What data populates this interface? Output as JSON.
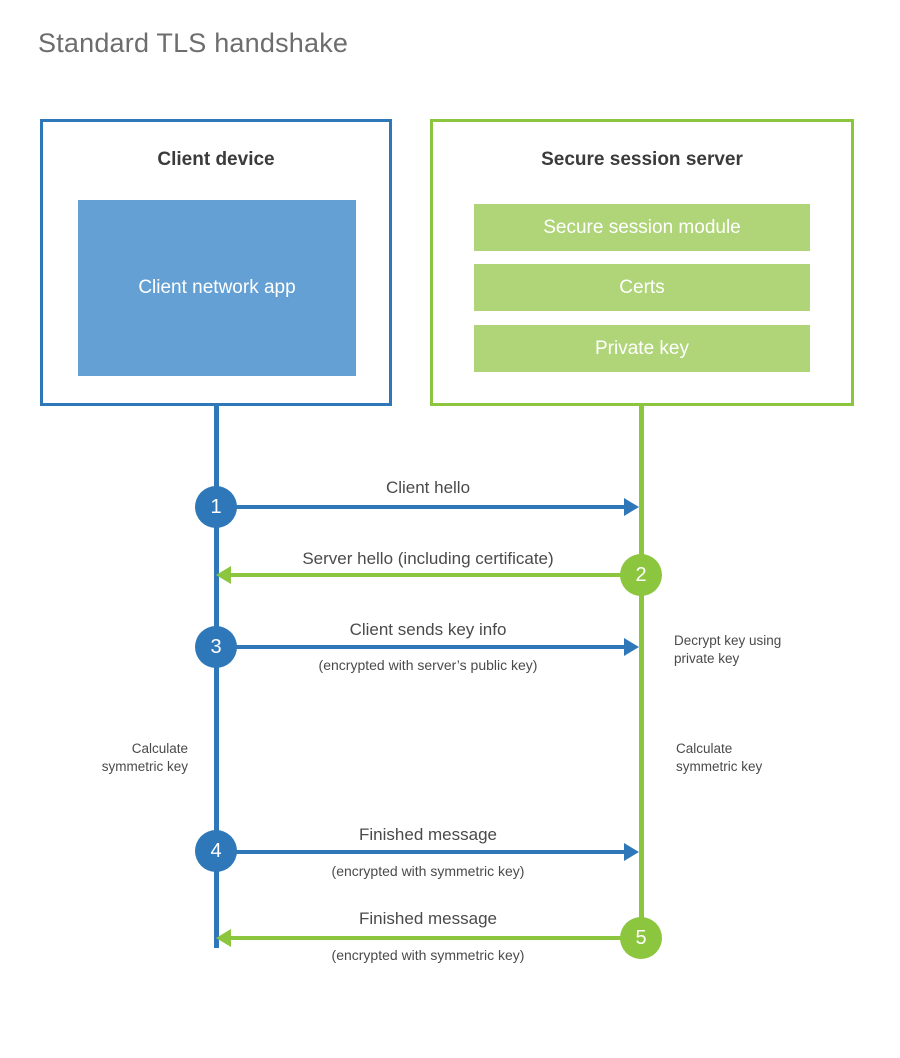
{
  "title": "Standard TLS handshake",
  "colors": {
    "client_accent": "#2e77b8",
    "client_fill": "#64a0d4",
    "server_accent": "#8cc63e",
    "server_fill": "#afd578",
    "title_text": "#6d6d6d",
    "body_text": "#4a4a4a",
    "heading_text": "#3b3b3b",
    "background": "#ffffff"
  },
  "client": {
    "title": "Client device",
    "component": "Client network app"
  },
  "server": {
    "title": "Secure session server",
    "components": [
      {
        "label": "Secure session module"
      },
      {
        "label": "Certs"
      },
      {
        "label": "Private key"
      }
    ]
  },
  "steps": [
    {
      "number": "1",
      "label": "Client hello",
      "sublabel": "",
      "direction": "client-to-server",
      "color": "#2e77b8"
    },
    {
      "number": "2",
      "label": "Server hello (including certificate)",
      "sublabel": "",
      "direction": "server-to-client",
      "color": "#8cc63e"
    },
    {
      "number": "3",
      "label": "Client sends key info",
      "sublabel": "(encrypted with server’s public key)",
      "direction": "client-to-server",
      "color": "#2e77b8"
    },
    {
      "number": "4",
      "label": "Finished message",
      "sublabel": "(encrypted with symmetric key)",
      "direction": "client-to-server",
      "color": "#2e77b8"
    },
    {
      "number": "5",
      "label": "Finished message",
      "sublabel": "(encrypted with symmetric key)",
      "direction": "server-to-client",
      "color": "#8cc63e"
    }
  ],
  "annotations": {
    "server_decrypt": "Decrypt key using\nprivate key",
    "client_calculate": "Calculate\nsymmetric key",
    "server_calculate": "Calculate\nsymmetric key"
  }
}
